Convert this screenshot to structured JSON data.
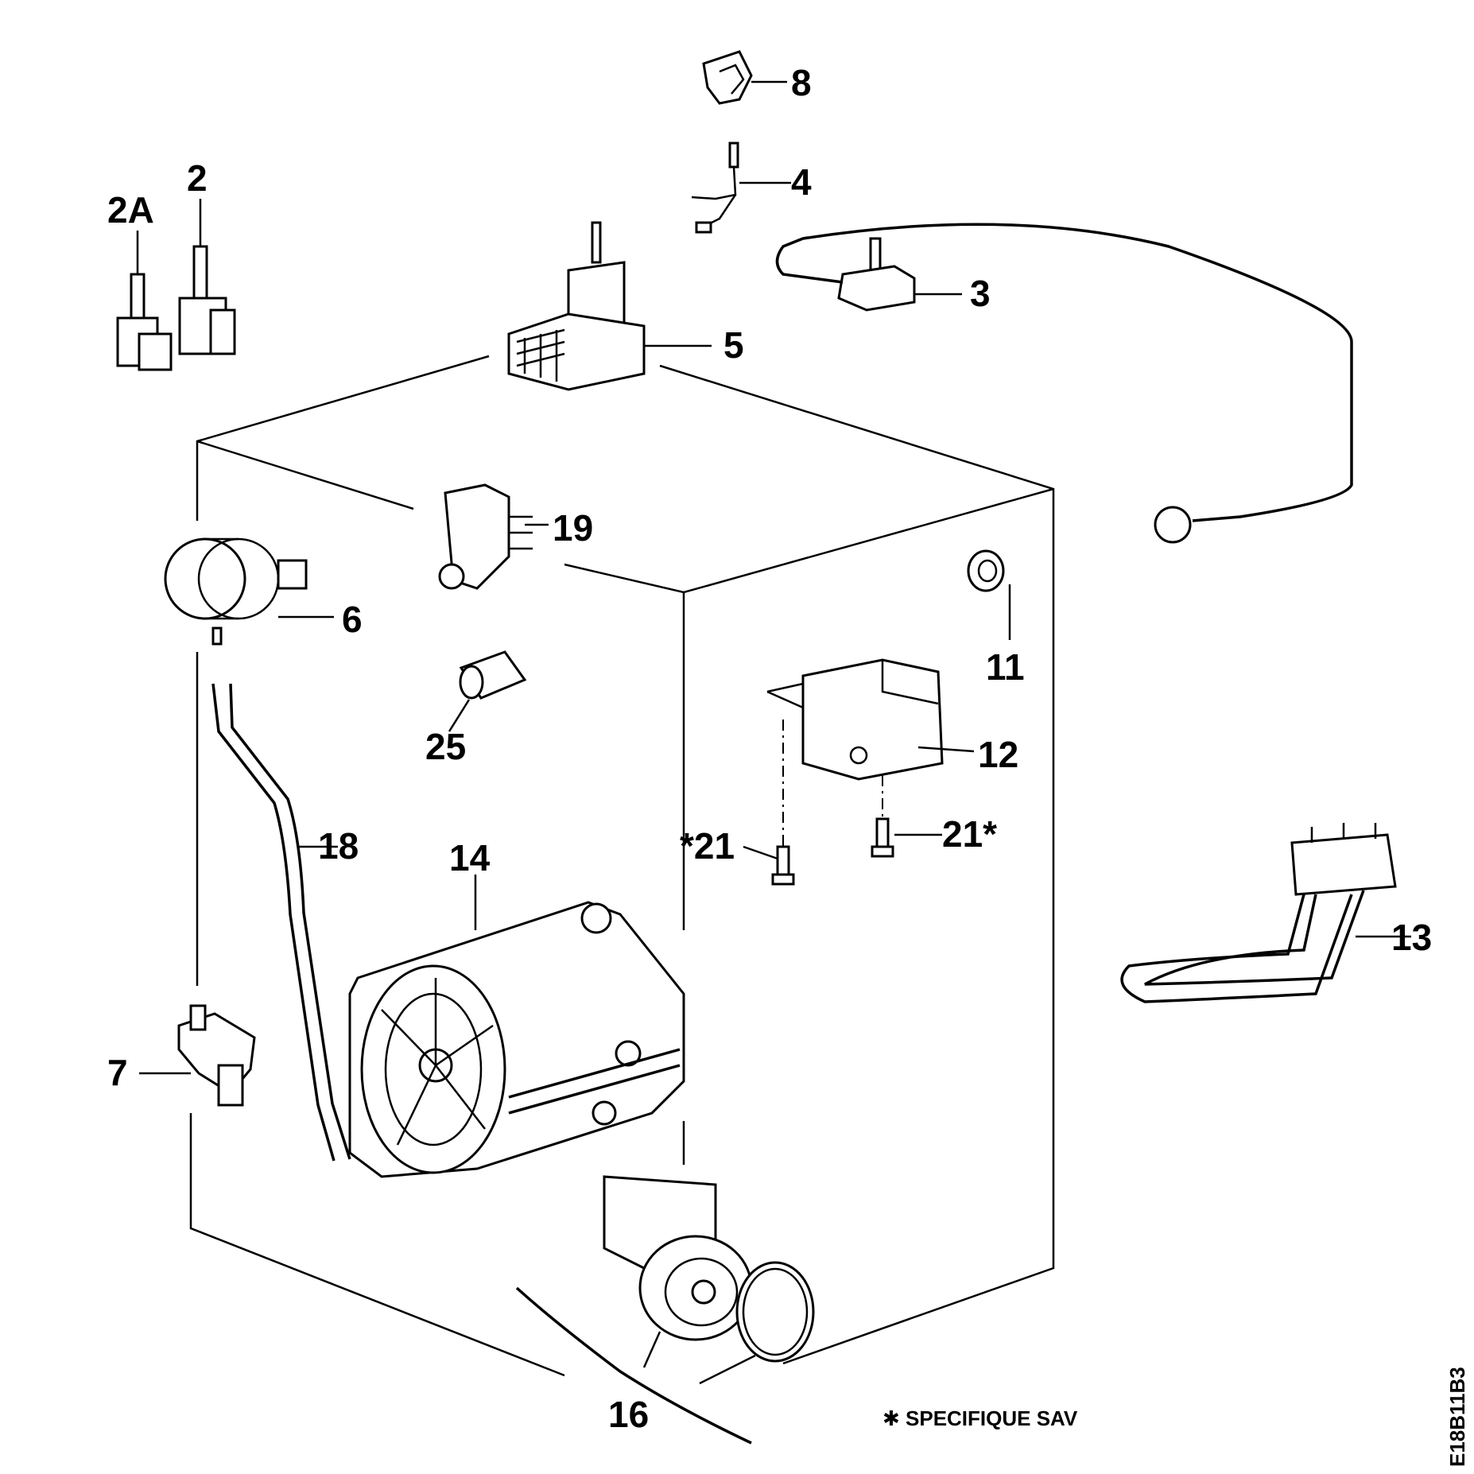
{
  "diagram": {
    "labels": {
      "l8": "8",
      "l4": "4",
      "l2": "2",
      "l2a": "2A",
      "l3": "3",
      "l5": "5",
      "l19": "19",
      "l6": "6",
      "l11": "11",
      "l25": "25",
      "l12": "12",
      "l18": "18",
      "l14": "14",
      "l21a": "*21",
      "l21b": "21*",
      "l13": "13",
      "l7": "7",
      "l16": "16"
    },
    "footnote": "✱  SPECIFIQUE SAV",
    "drawing_code": "E18B11B3"
  }
}
